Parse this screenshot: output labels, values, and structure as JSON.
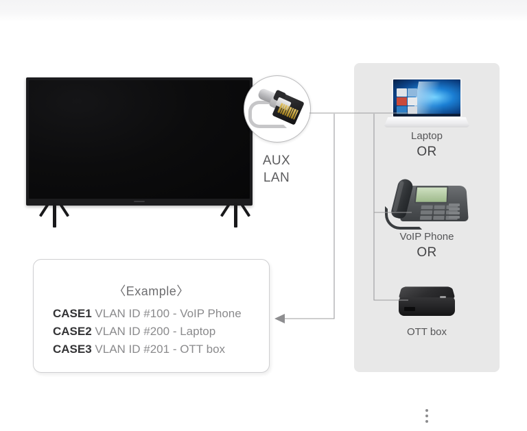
{
  "diagram": {
    "tv": {
      "name": "television",
      "port_label_line1": "AUX",
      "port_label_line2": "LAN",
      "magnifier_icon": "rj45-ethernet-connector-icon"
    },
    "device_panel": {
      "devices": [
        {
          "id": "laptop",
          "caption": "Laptop",
          "icon": "laptop-icon"
        },
        {
          "id": "voip-phone",
          "caption": "VoIP Phone",
          "icon": "voip-phone-icon"
        },
        {
          "id": "ott-box",
          "caption": "OTT box",
          "icon": "ott-box-icon"
        }
      ],
      "separators": [
        "OR",
        "OR"
      ],
      "more_indicator": "vertical-ellipsis-icon",
      "background_color": "#e8e8e8"
    },
    "example_box": {
      "title": "〈Example〉",
      "cases": [
        {
          "key": "CASE1",
          "value": "VLAN ID #100 - VoIP Phone"
        },
        {
          "key": "CASE2",
          "value": "VLAN ID #200 - Laptop"
        },
        {
          "key": "CASE3",
          "value": "VLAN ID #201 - OTT box"
        }
      ],
      "key_color": "#333335",
      "value_color": "#8a8a8c"
    },
    "connectors": {
      "arrow_icon": "left-arrow-icon",
      "line_color": "#9c9c9e"
    }
  }
}
